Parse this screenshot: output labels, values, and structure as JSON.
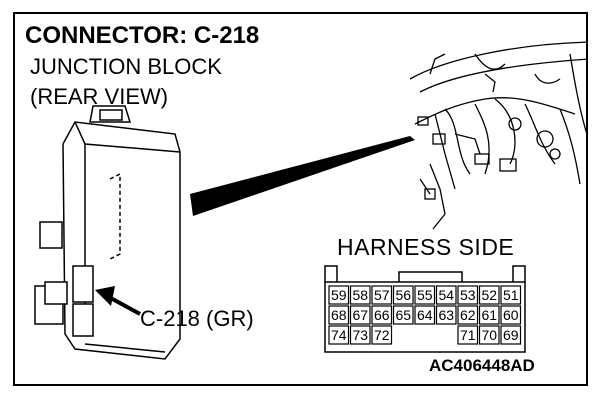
{
  "header": {
    "title": "CONNECTOR: C-218",
    "subtitle_line1": "JUNCTION BLOCK",
    "subtitle_line2": "(REAR VIEW)"
  },
  "callout": {
    "label": "C-218 (GR)"
  },
  "harness": {
    "label": "HARNESS SIDE",
    "rows": [
      [
        "59",
        "58",
        "57",
        "56",
        "55",
        "54",
        "53",
        "52",
        "51"
      ],
      [
        "68",
        "67",
        "66",
        "65",
        "64",
        "63",
        "62",
        "61",
        "60"
      ],
      [
        "74",
        "73",
        "72",
        "",
        "",
        "",
        "71",
        "70",
        "69"
      ]
    ]
  },
  "figure": {
    "id": "AC406448AD"
  }
}
